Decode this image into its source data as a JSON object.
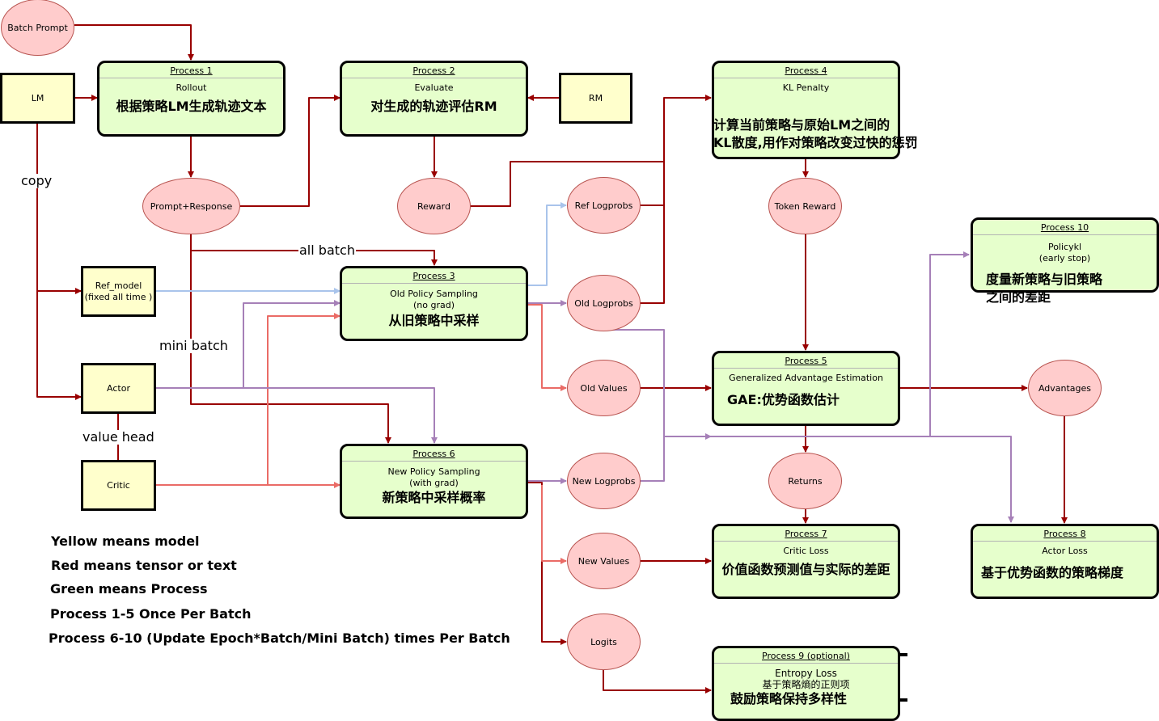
{
  "colors": {
    "process_fill": "#e6ffcc",
    "model_fill": "#ffffcc",
    "tensor_fill": "#ffcccc",
    "edge_dark_red": "#990000",
    "edge_light_red": "#ea6b66",
    "edge_purple": "#a680b8",
    "edge_light_blue": "#a9c4eb"
  },
  "models": {
    "lm": "LM",
    "rm": "RM",
    "ref_model": "Ref_model\n(fixed all time )",
    "actor": "Actor",
    "critic": "Critic"
  },
  "tensors": {
    "batch_prompt": "Batch Prompt",
    "prompt_response": "Prompt+Response",
    "reward": "Reward",
    "ref_logprobs": "Ref Logprobs",
    "old_logprobs": "Old Logprobs",
    "old_values": "Old Values",
    "token_reward": "Token Reward",
    "advantages": "Advantages",
    "returns": "Returns",
    "new_logprobs": "New Logprobs",
    "new_values": "New Values",
    "logits": "Logits"
  },
  "processes": {
    "p1": {
      "title": "Process 1",
      "name": "Rollout",
      "desc": "根据策略LM生成轨迹文本"
    },
    "p2": {
      "title": "Process 2",
      "name": "Evaluate",
      "desc": "对生成的轨迹评估RM"
    },
    "p3": {
      "title": "Process 3",
      "name": "Old Policy Sampling\n(no grad)",
      "desc": "从旧策略中采样"
    },
    "p4": {
      "title": "Process 4",
      "name": "KL Penalty",
      "desc": "计算当前策略与原始LM之间的\nKL散度,用作对策略改变过快的惩罚"
    },
    "p5": {
      "title": "Process 5",
      "name": "Generalized Advantage Estimation",
      "desc": "GAE:优势函数估计"
    },
    "p6": {
      "title": "Process 6",
      "name": "New Policy Sampling\n(with grad)",
      "desc": "新策略中采样概率"
    },
    "p7": {
      "title": "Process 7",
      "name": "Critic Loss",
      "desc": "价值函数预测值与实际的差距"
    },
    "p8": {
      "title": "Process 8",
      "name": "Actor Loss",
      "desc": "基于优势函数的策略梯度"
    },
    "p9": {
      "title": "Process 9 (optional)",
      "name": "Entropy Loss\n基于策略熵的正则项",
      "desc": "鼓励策略保持多样性"
    },
    "p10": {
      "title": "Process 10",
      "name": "Policykl\n(early stop)",
      "desc": "度量新策略与旧策略\n之间的差距"
    }
  },
  "edge_labels": {
    "copy": "copy",
    "all_batch": "all batch",
    "mini_batch": "mini batch",
    "value_head": "value head"
  },
  "legend": [
    "Yellow means model",
    "Red means tensor or text",
    "Green means Process",
    "Process 1-5 Once Per Batch",
    "Process 6-10 (Update Epoch*Batch/Mini Batch) times  Per Batch"
  ]
}
